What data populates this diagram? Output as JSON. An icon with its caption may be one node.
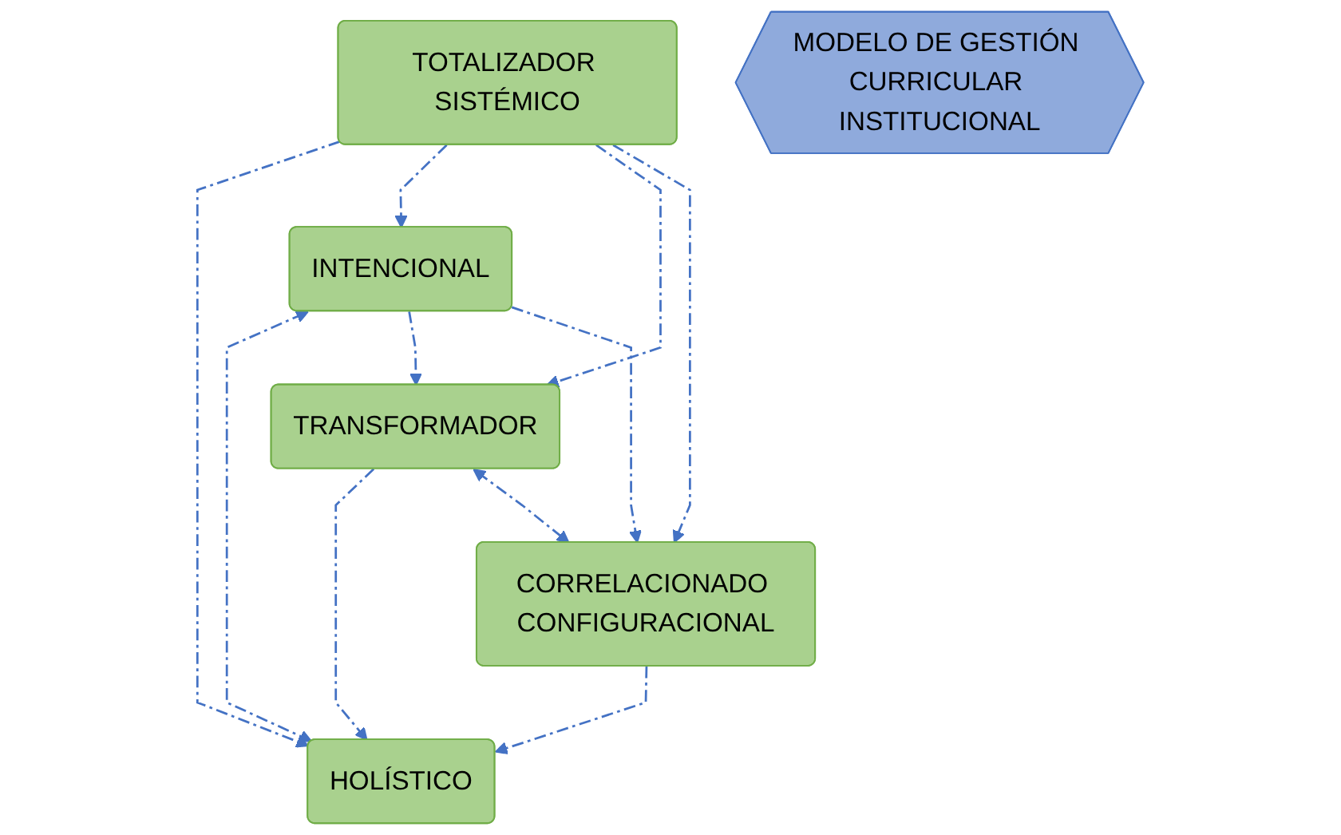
{
  "diagram": {
    "nodes": [
      {
        "text": [
          "HOLÍSTICO"
        ]
      },
      {
        "text": [
          "INTENCIONAL"
        ]
      },
      {
        "text": [
          "TOTALIZADOR SISTÉMICO"
        ]
      },
      {
        "text": [
          "MODELO DE GESTIÓN CURRICULAR INSTITUCIONAL"
        ]
      },
      {
        "text": [
          "TRANSFORMADOR"
        ]
      },
      {
        "text": [
          "CORRELACIONADO CONFIGURACIONAL"
        ]
      }
    ],
    "edges": [
      {
        "from": 1,
        "to": 0,
        "arrow": "both",
        "style": "dashed"
      },
      {
        "from": 2,
        "to": 0,
        "arrow": "to",
        "style": "dashed"
      },
      {
        "from": 4,
        "to": 0,
        "arrow": "to",
        "style": "dashed"
      },
      {
        "from": 5,
        "to": 0,
        "arrow": "to",
        "style": "dashed"
      },
      {
        "from": 2,
        "to": 1,
        "arrow": "to",
        "style": "dashed"
      },
      {
        "from": 1,
        "to": 4,
        "arrow": "to",
        "style": "dashed"
      },
      {
        "from": 1,
        "to": 5,
        "arrow": "to",
        "style": "dashed"
      },
      {
        "from": 2,
        "to": 4,
        "arrow": "to",
        "style": "dashed"
      },
      {
        "from": 2,
        "to": 5,
        "arrow": "to",
        "style": "dashed"
      },
      {
        "from": 4,
        "to": 5,
        "arrow": "both",
        "style": "dashed"
      }
    ]
  }
}
